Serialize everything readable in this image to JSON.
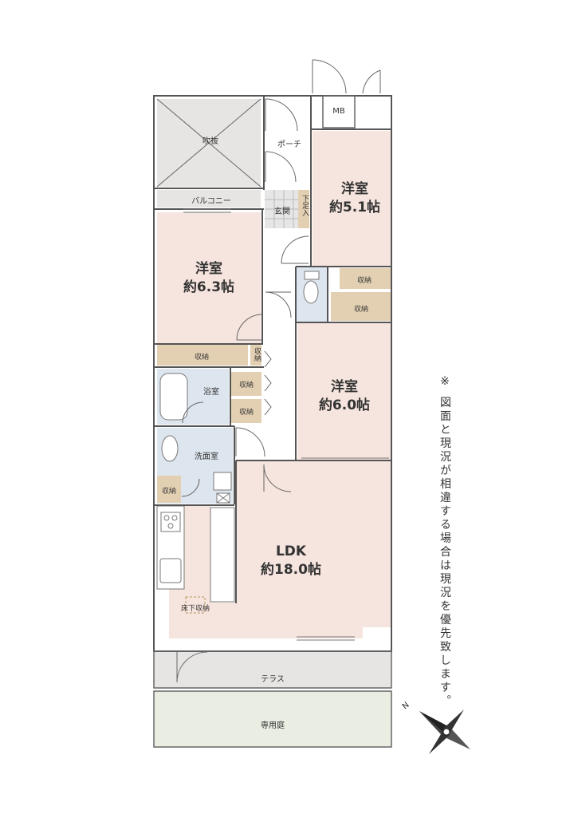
{
  "rooms": {
    "room_a": {
      "name": "洋室",
      "size": "約5.1帖"
    },
    "room_b": {
      "name": "洋室",
      "size": "約6.3帖"
    },
    "room_c": {
      "name": "洋室",
      "size": "約6.0帖"
    },
    "ldk": {
      "name": "LDK",
      "size": "約18.0帖"
    }
  },
  "labels": {
    "fukinuke": "吹抜",
    "porch": "ポーチ",
    "mb": "MB",
    "balcony": "バルコニー",
    "genkan": "玄関",
    "shoe_storage": "下足入",
    "storage": "収納",
    "bathroom": "浴室",
    "washroom": "洗面室",
    "underfloor": "床下収納",
    "terrace": "テラス",
    "garden": "専用庭"
  },
  "note": "※ 図面と現況が相違する場合は現況を優先致します。",
  "colors": {
    "room": "#f6e4de",
    "storage": "#e3d0b3",
    "wet": "#dde5ee",
    "exterior": "#e7e5e3",
    "garden": "#e9ede2",
    "wall": "#555555"
  }
}
